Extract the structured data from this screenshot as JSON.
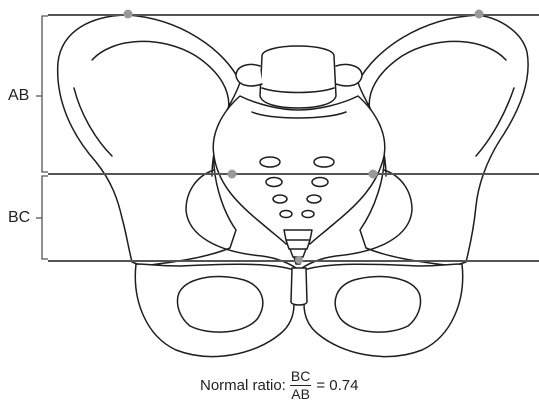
{
  "labels": {
    "ab": "AB",
    "bc": "BC"
  },
  "caption": {
    "prefix": "Normal ratio:",
    "numerator": "BC",
    "denominator": "AB",
    "result": "= 0.74"
  },
  "colors": {
    "outline": "#1e1e1e",
    "measurement_line": "#555555",
    "marker_point": "#9a9a9a",
    "bone_fill": "#ffffff"
  }
}
